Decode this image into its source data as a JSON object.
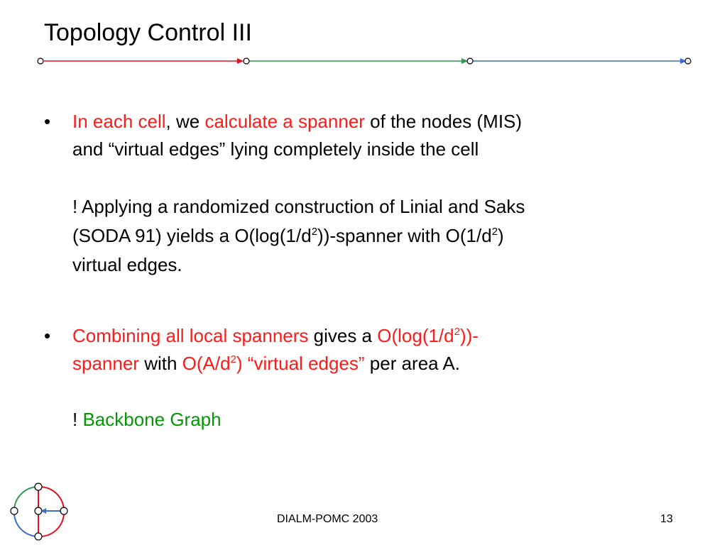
{
  "slide": {
    "title": "Topology Control III",
    "bullet_symbol": "•",
    "arrow_symbol": "!",
    "bullets": [
      {
        "line1": {
          "r1": "In each cell",
          "t1": ", we ",
          "r2": "calculate a spanner",
          "t2": " of the nodes (MIS)"
        },
        "line2": "and “virtual edges” lying completely inside the cell",
        "sub": {
          "line1": " Applying a randomized construction of Linial and Saks",
          "line2_a": "(SODA 91) yields a O(log(1/d",
          "line2_sup1": "2",
          "line2_b": "))-spanner with O(1/d",
          "line2_sup2": "2",
          "line2_c": ")",
          "line3": "virtual edges."
        }
      },
      {
        "line1": {
          "r1": "Combining all local spanners",
          "t1": " gives a ",
          "r2": "O(log(1/d",
          "r2_sup": "2",
          "r3": "))-"
        },
        "line2": {
          "r1": "spanner",
          "t1": " with ",
          "r2": "O(A/d",
          "r2_sup": "2",
          "r3": ") “virtual edges”",
          "t2": " per area A."
        },
        "sub": {
          "green": "Backbone Graph"
        }
      }
    ],
    "footer": {
      "conference": "DIALM-POMC 2003",
      "page_number": "13"
    }
  },
  "colors": {
    "red": "#ff1a1a",
    "green": "#009a00",
    "blue": "#3366cc",
    "rule_red": "#e0141e",
    "rule_green": "#2e9a4e",
    "rule_blue": "#3c6cd0"
  },
  "icons": {
    "title_rule": "node-arrow-rule",
    "logo": "spanner-graph-logo-icon"
  }
}
